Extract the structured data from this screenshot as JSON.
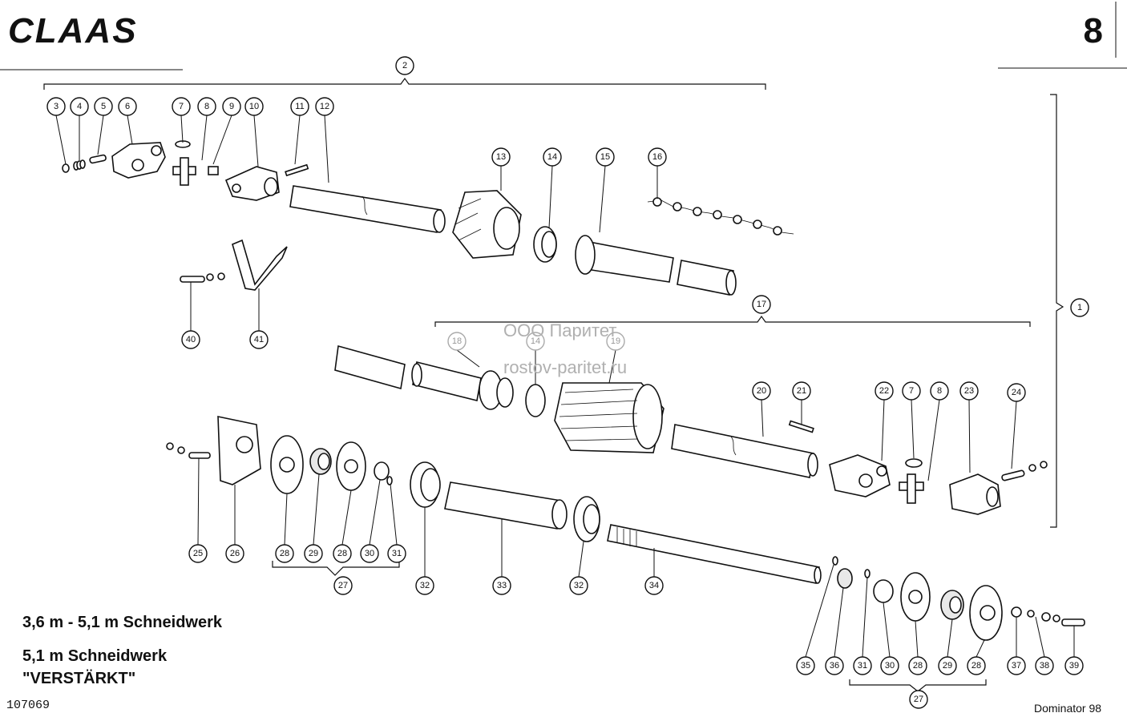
{
  "header": {
    "logo_text": "CLAAS",
    "page_number": "8"
  },
  "watermark": {
    "line1": "ООО Паритет",
    "line2": "rostov-paritet.ru"
  },
  "captions": {
    "range": "3,6 m - 5,1 m Schneidwerk",
    "variant_line1": "5,1 m Schneidwerk",
    "variant_line2": "\"VERSTÄRKT\""
  },
  "footer": {
    "drawing_number": "107069",
    "model": "Dominator 98"
  },
  "callouts": [
    {
      "label": "1"
    },
    {
      "label": "2"
    },
    {
      "label": "3"
    },
    {
      "label": "4"
    },
    {
      "label": "5"
    },
    {
      "label": "6"
    },
    {
      "label": "7"
    },
    {
      "label": "8"
    },
    {
      "label": "9"
    },
    {
      "label": "10"
    },
    {
      "label": "11"
    },
    {
      "label": "12"
    },
    {
      "label": "13"
    },
    {
      "label": "14"
    },
    {
      "label": "15"
    },
    {
      "label": "16"
    },
    {
      "label": "17"
    },
    {
      "label": "18"
    },
    {
      "label": "14"
    },
    {
      "label": "19"
    },
    {
      "label": "20"
    },
    {
      "label": "21"
    },
    {
      "label": "22"
    },
    {
      "label": "7"
    },
    {
      "label": "8"
    },
    {
      "label": "23"
    },
    {
      "label": "24"
    },
    {
      "label": "40"
    },
    {
      "label": "41"
    },
    {
      "label": "25"
    },
    {
      "label": "26"
    },
    {
      "label": "28"
    },
    {
      "label": "29"
    },
    {
      "label": "28"
    },
    {
      "label": "30"
    },
    {
      "label": "31"
    },
    {
      "label": "27"
    },
    {
      "label": "32"
    },
    {
      "label": "33"
    },
    {
      "label": "32"
    },
    {
      "label": "34"
    },
    {
      "label": "35"
    },
    {
      "label": "36"
    },
    {
      "label": "31"
    },
    {
      "label": "30"
    },
    {
      "label": "28"
    },
    {
      "label": "29"
    },
    {
      "label": "28"
    },
    {
      "label": "37"
    },
    {
      "label": "38"
    },
    {
      "label": "39"
    },
    {
      "label": "27"
    }
  ]
}
